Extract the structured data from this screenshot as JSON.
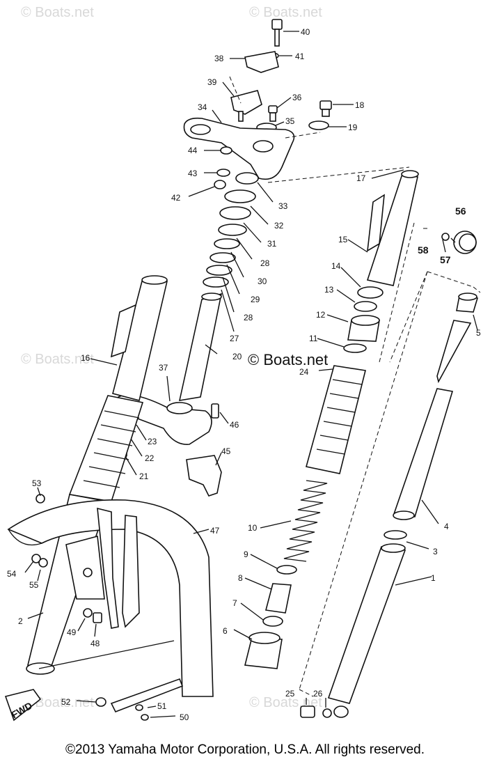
{
  "watermark": {
    "text": "© Boats.net"
  },
  "diagram": {
    "labels": [
      "1",
      "2",
      "3",
      "4",
      "5",
      "6",
      "7",
      "8",
      "9",
      "10",
      "11",
      "12",
      "13",
      "14",
      "15",
      "16",
      "17",
      "18",
      "19",
      "20",
      "21",
      "22",
      "23",
      "24",
      "25",
      "26",
      "27",
      "28",
      "28",
      "29",
      "30",
      "31",
      "32",
      "33",
      "34",
      "35",
      "36",
      "37",
      "38",
      "39",
      "40",
      "41",
      "42",
      "43",
      "44",
      "45",
      "46",
      "47",
      "48",
      "49",
      "50",
      "51",
      "52",
      "53",
      "54",
      "55",
      "56",
      "57",
      "58"
    ],
    "fwd_label": "FWD"
  },
  "footer": {
    "copyright": "©2013 Yamaha Motor Corporation, U.S.A. All rights reserved."
  }
}
